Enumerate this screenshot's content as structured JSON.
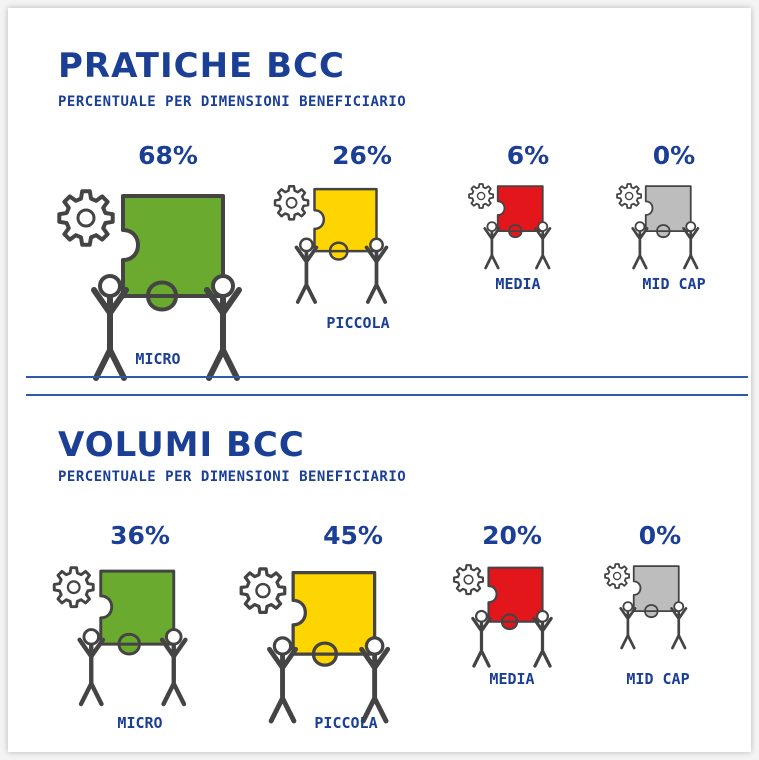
{
  "colors": {
    "title": "#1b3f95",
    "rule": "#2e5aa8",
    "micro": "#6aaa2e",
    "piccola": "#ffd500",
    "media": "#e3161b",
    "midcap": "#bdbdbd"
  },
  "icon_names": [
    "gear-icon",
    "puzzle-piece-icon",
    "stick-figure-icon"
  ],
  "chart_data": [
    {
      "type": "bar",
      "title": "PRATICHE BCC",
      "subtitle": "PERCENTUALE PER DIMENSIONI BENEFICIARIO",
      "unit": "%",
      "categories": [
        "MICRO",
        "PICCOLA",
        "MEDIA",
        "MID CAP"
      ],
      "values": [
        68,
        26,
        6,
        0
      ],
      "value_labels": [
        "68%",
        "26%",
        "6%",
        "0%"
      ],
      "colors": [
        "#6aaa2e",
        "#ffd500",
        "#e3161b",
        "#bdbdbd"
      ]
    },
    {
      "type": "bar",
      "title": "VOLUMI BCC",
      "subtitle": "PERCENTUALE PER DIMENSIONI BENEFICIARIO",
      "unit": "%",
      "categories": [
        "MICRO",
        "PICCOLA",
        "MEDIA",
        "MID CAP"
      ],
      "values": [
        36,
        45,
        20,
        0
      ],
      "value_labels": [
        "36%",
        "45%",
        "20%",
        "0%"
      ],
      "colors": [
        "#6aaa2e",
        "#ffd500",
        "#e3161b",
        "#bdbdbd"
      ]
    }
  ]
}
